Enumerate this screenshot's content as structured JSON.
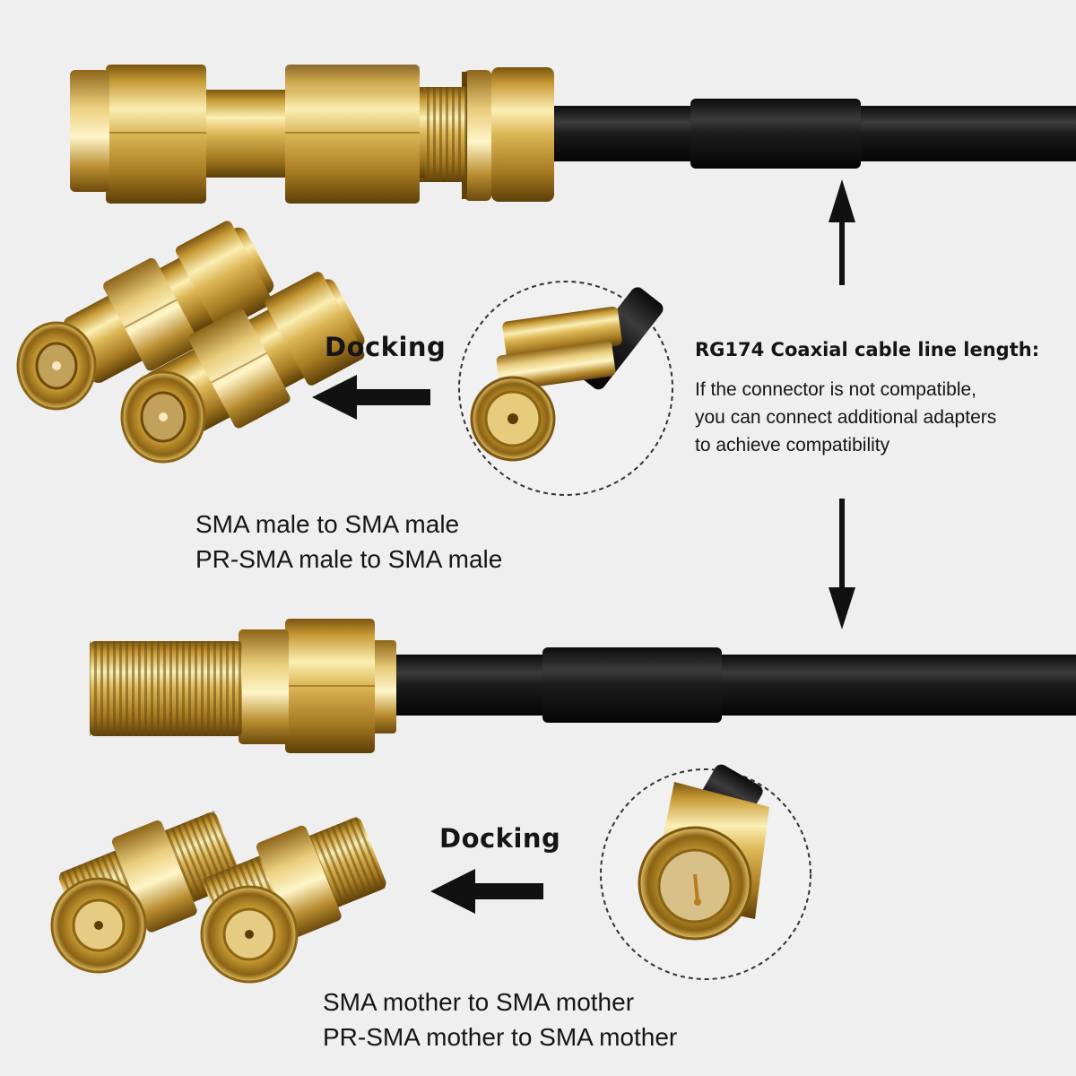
{
  "docking_top": "Docking",
  "docking_bottom": "Docking",
  "top_caption": [
    "SMA male to SMA male",
    "PR-SMA male to SMA male"
  ],
  "bottom_caption": [
    "SMA mother to SMA mother",
    "PR-SMA mother to SMA mother"
  ],
  "info_heading": "RG174 Coaxial cable line length:",
  "info_body": [
    "If the connector is not compatible,",
    "you can connect additional adapters",
    "to achieve compatibility"
  ],
  "colors": {
    "background": "#efefef",
    "gold": "#d9b24a",
    "gold_dark": "#8a6516",
    "cable": "#161616",
    "text": "#151515"
  },
  "icons": [
    "arrow-up-icon",
    "arrow-down-icon",
    "arrow-left-icon"
  ]
}
